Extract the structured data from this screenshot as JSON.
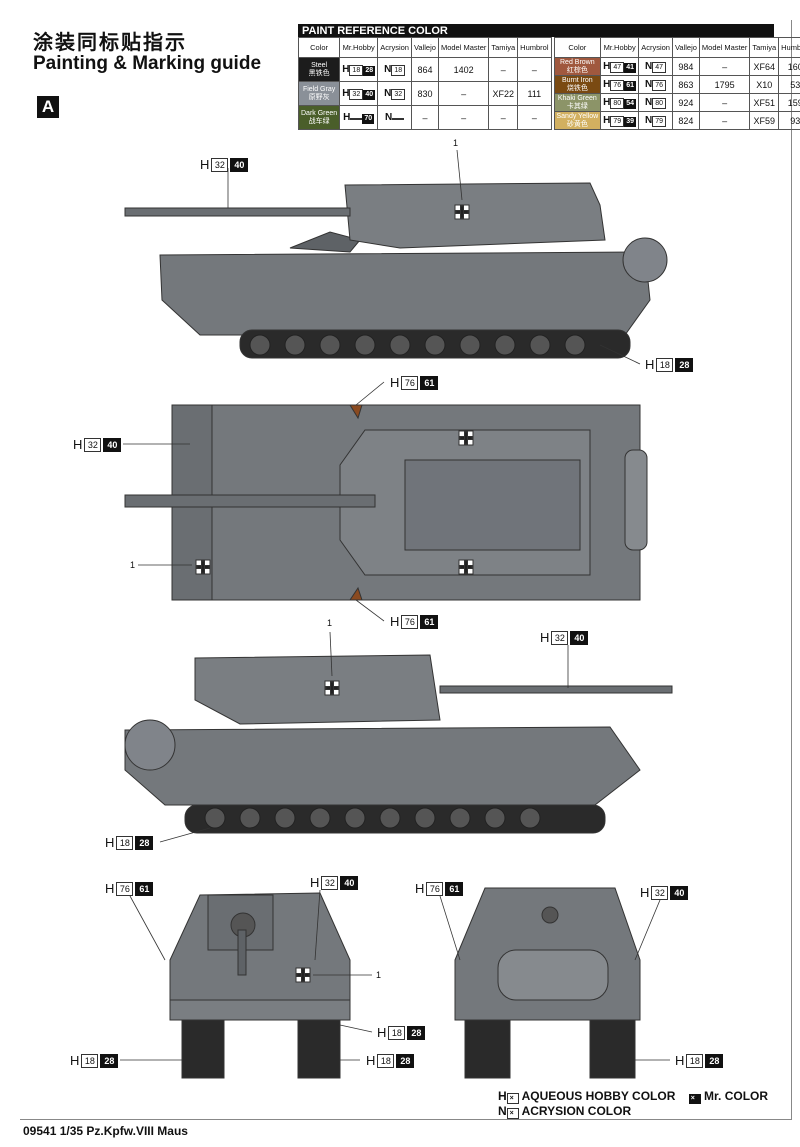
{
  "header": {
    "title_cn": "涂装同标贴指示",
    "title_en": "Painting & Marking guide",
    "section": "A"
  },
  "paint_ref": {
    "title": "PAINT  REFERENCE COLOR",
    "columns": [
      "Color",
      "Mr.Hobby",
      "Acrysion",
      "Vallejo",
      "Model Master",
      "Tamiya",
      "Humbrol"
    ],
    "left": [
      {
        "name": "Steel",
        "cn": "黑铁色",
        "color": "#1c1c1c",
        "h1": "18",
        "h2": "28",
        "n": "18",
        "vallejo": "864",
        "mm": "1402",
        "tamiya": "–",
        "humbrol": "–"
      },
      {
        "name": "Field Gray",
        "cn": "原野灰",
        "color": "#8a9098",
        "h1": "32",
        "h2": "40",
        "n": "32",
        "vallejo": "830",
        "mm": "–",
        "tamiya": "XF22",
        "humbrol": "111"
      },
      {
        "name": "Dark Green",
        "cn": "战车绿",
        "color": "#4a5e2a",
        "h1": "",
        "h2": "70",
        "n": "",
        "vallejo": "–",
        "mm": "–",
        "tamiya": "–",
        "humbrol": "–"
      }
    ],
    "right": [
      {
        "name": "Red Brown",
        "cn": "红棕色",
        "color": "#a0583e",
        "h1": "47",
        "h2": "41",
        "n": "47",
        "vallejo": "984",
        "mm": "–",
        "tamiya": "XF64",
        "humbrol": "160"
      },
      {
        "name": "Burnt Iron",
        "cn": "烧铁色",
        "color": "#7a4a12",
        "h1": "76",
        "h2": "61",
        "n": "76",
        "vallejo": "863",
        "mm": "1795",
        "tamiya": "X10",
        "humbrol": "53"
      },
      {
        "name": "Khaki Green",
        "cn": "卡其绿",
        "color": "#8c9468",
        "h1": "80",
        "h2": "54",
        "n": "80",
        "vallejo": "924",
        "mm": "–",
        "tamiya": "XF51",
        "humbrol": "159"
      },
      {
        "name": "Sandy Yellow",
        "cn": "砂黄色",
        "color": "#d2b060",
        "h1": "79",
        "h2": "39",
        "n": "79",
        "vallejo": "824",
        "mm": "–",
        "tamiya": "XF59",
        "humbrol": "93"
      }
    ]
  },
  "callouts": [
    {
      "p": "H",
      "a": "32",
      "b": "40"
    },
    {
      "p": "H",
      "a": "18",
      "b": "28"
    },
    {
      "p": "H",
      "a": "76",
      "b": "61"
    },
    {
      "p": "H",
      "a": "32",
      "b": "40"
    },
    {
      "p": "H",
      "a": "76",
      "b": "61"
    },
    {
      "p": "H",
      "a": "32",
      "b": "40"
    },
    {
      "p": "H",
      "a": "18",
      "b": "28"
    },
    {
      "p": "H",
      "a": "76",
      "b": "61"
    },
    {
      "p": "H",
      "a": "32",
      "b": "40"
    },
    {
      "p": "H",
      "a": "18",
      "b": "28"
    },
    {
      "p": "H",
      "a": "18",
      "b": "28"
    },
    {
      "p": "H",
      "a": "18",
      "b": "28"
    },
    {
      "p": "H",
      "a": "76",
      "b": "61"
    },
    {
      "p": "H",
      "a": "32",
      "b": "40"
    },
    {
      "p": "H",
      "a": "18",
      "b": "28"
    }
  ],
  "decal_number": "1",
  "legend": {
    "h": "AQUEOUS HOBBY COLOR",
    "mr": "Mr. COLOR",
    "n": "ACRYSION COLOR",
    "hp": "H",
    "np": "N"
  },
  "footer": "09541 1/35  Pz.Kpfw.VIII Maus",
  "colors": {
    "tank": "#74787c",
    "tank_dark": "#5e6266",
    "track": "#2a2a2a"
  }
}
